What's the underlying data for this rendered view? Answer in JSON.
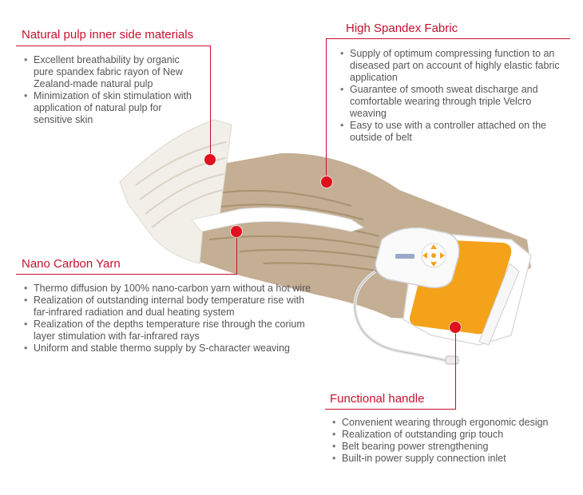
{
  "sections": {
    "natural_pulp": {
      "title": "Natural pulp inner side materials",
      "items": [
        "Excellent breathability by organic pure spandex fabric rayon of New Zealand-made natural pulp",
        "Minimization of skin stimulation with application of natural pulp for sensitive skin"
      ]
    },
    "high_spandex": {
      "title": "High Spandex  Fabric",
      "items": [
        "Supply of optimum compressing function to an diseased part on account of highly elastic fabric application",
        "Guarantee of smooth sweat discharge and comfortable wearing through triple Velcro weaving",
        "Easy to use with a controller attached on the outside of belt"
      ]
    },
    "nano_carbon": {
      "title": "Nano Carbon Yarn",
      "items": [
        "Thermo diffusion by 100% nano-carbon yarn without a hot wire",
        "Realization of outstanding internal body temperature rise with far-infrared radiation and dual heating system",
        "Realization of the depths temperature rise through the corium layer stimulation with far-infrared rays",
        "Uniform and stable thermo supply by S-character weaving"
      ]
    },
    "functional_handle": {
      "title": "Functional handle",
      "items": [
        "Convenient wearing through ergonomic design",
        "Realization of outstanding grip touch",
        "Belt bearing power strengthening",
        "Built-in power supply connection inlet"
      ]
    }
  },
  "colors": {
    "accent": "#c8102e",
    "marker": "#e0101e",
    "belt": "#c4ae94",
    "liner": "#f1efe8",
    "pad": "#f4a21a"
  }
}
